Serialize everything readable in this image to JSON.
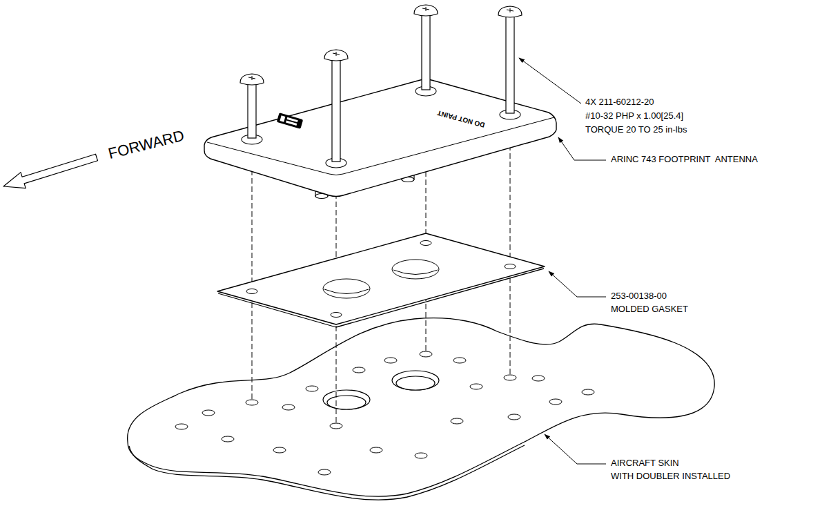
{
  "diagram": {
    "labels": [
      "4X 211-60212-20",
      "#10-32 PHP x 1.00[25.4]",
      "TORQUE 20 TO 25 in-lbs",
      "ARINC 743 FOOTPRINT  ANTENNA",
      "253-00138-00",
      "MOLDED GASKET",
      "AIRCRAFT SKIN",
      "WITH DOUBLER INSTALLED",
      "FORWARD",
      "DO NOT PAINT"
    ]
  }
}
